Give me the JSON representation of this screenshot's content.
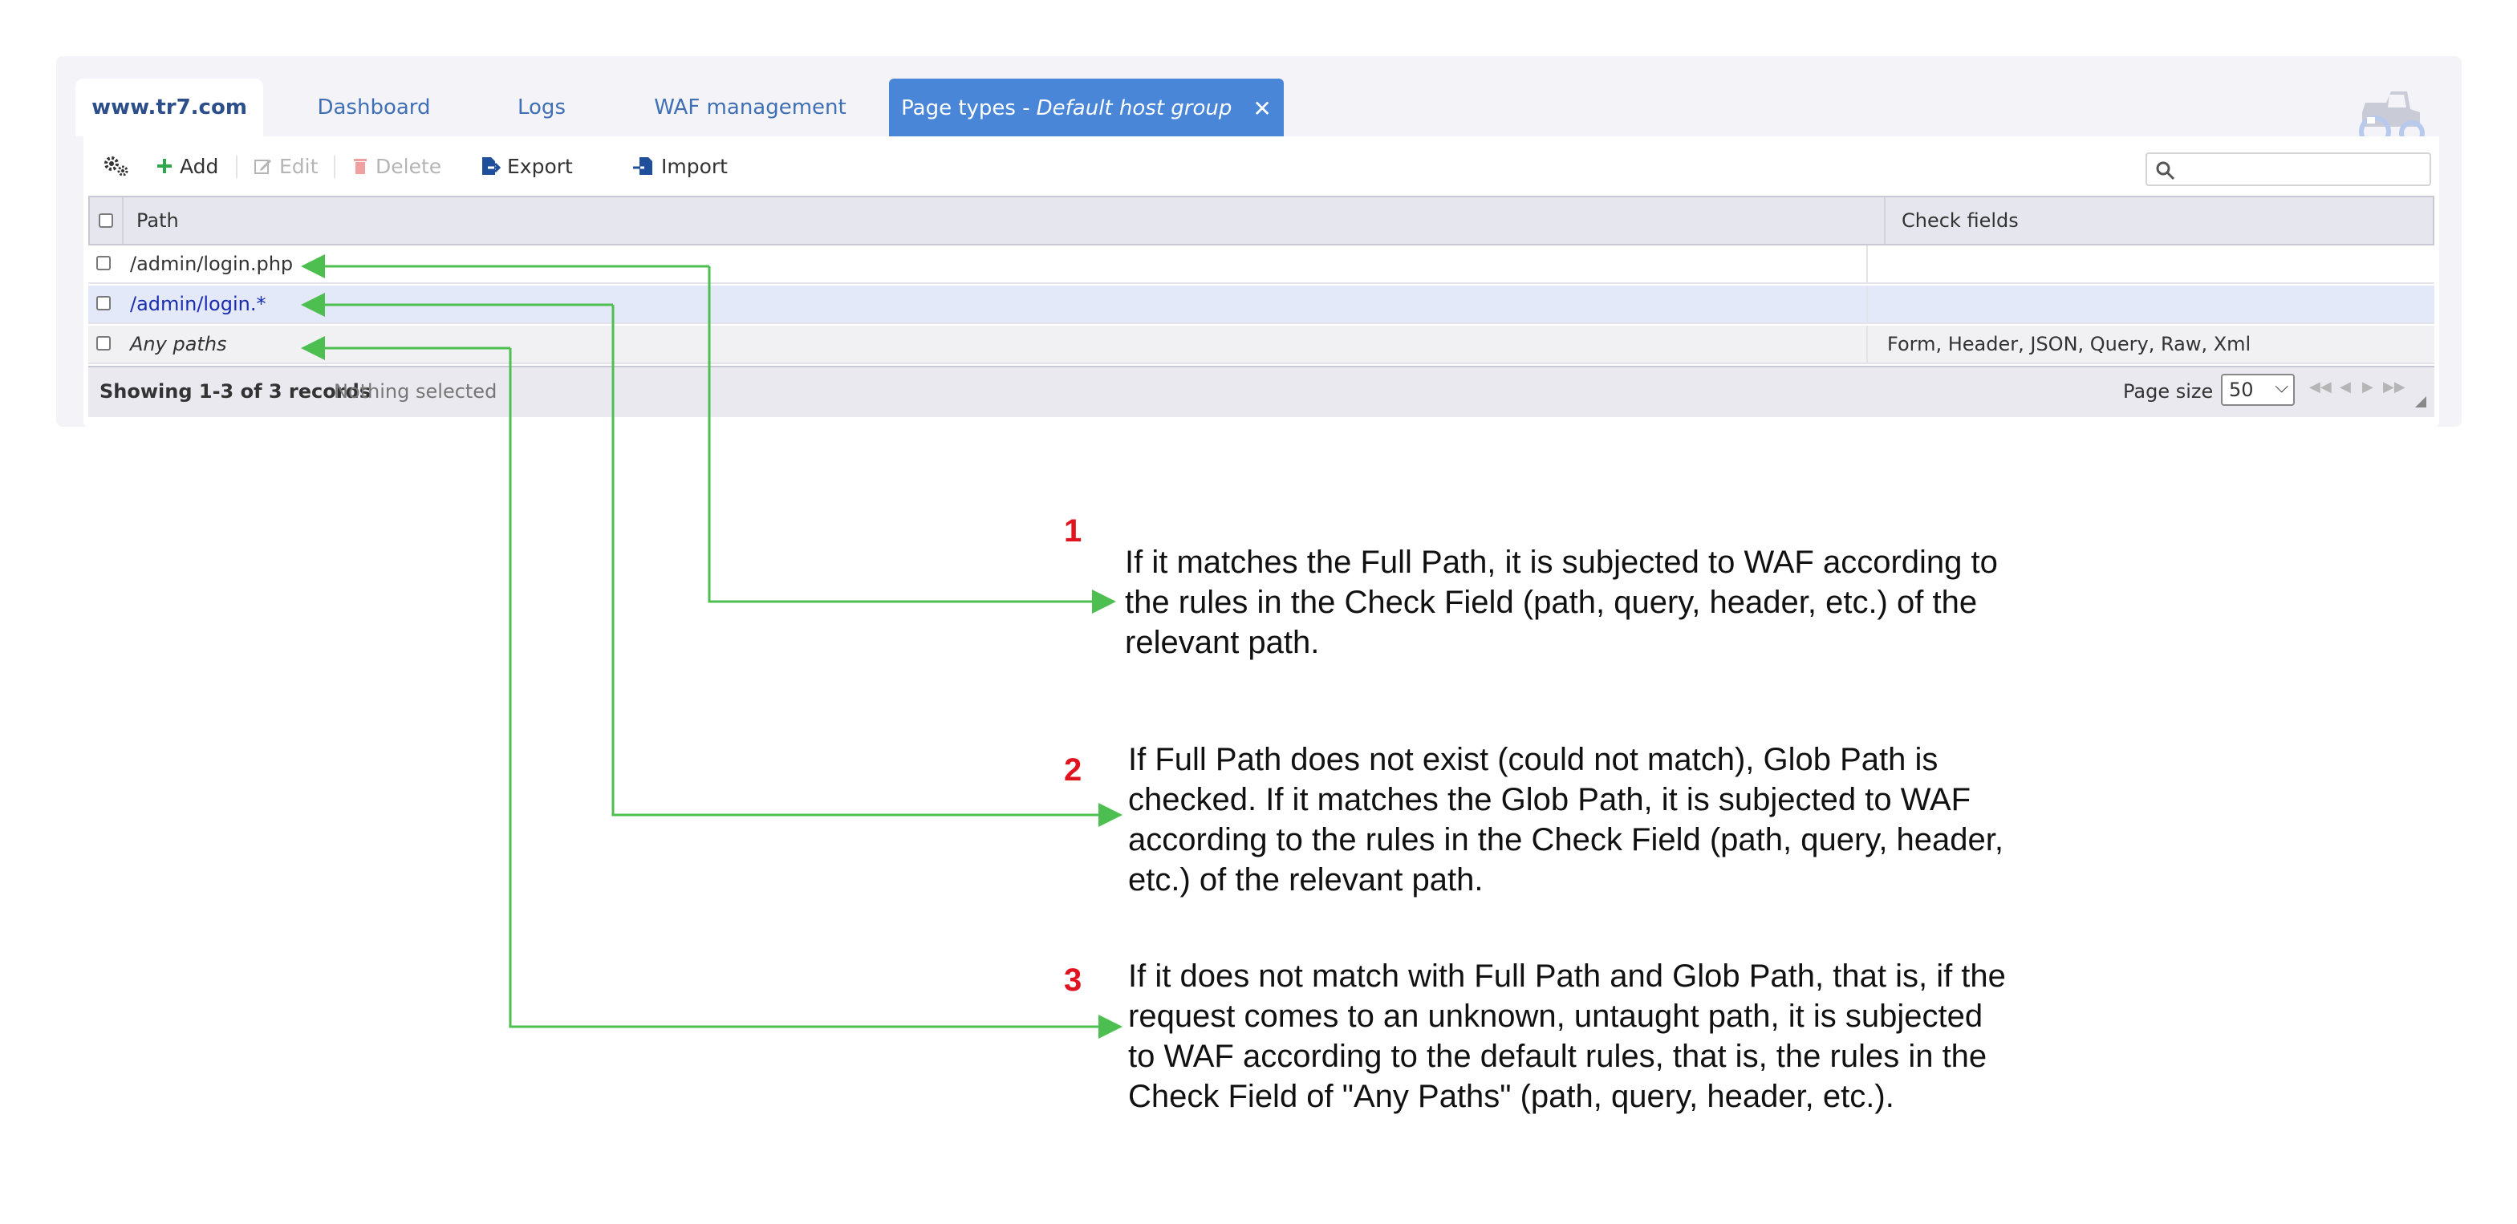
{
  "tabs": {
    "host": "www.tr7.com",
    "dashboard": "Dashboard",
    "logs": "Logs",
    "waf": "WAF management",
    "page_types": "Page types -",
    "page_types_group": "Default host group",
    "close": "✕"
  },
  "toolbar": {
    "add": "Add",
    "edit": "Edit",
    "delete": "Delete",
    "export": "Export",
    "import": "Import",
    "search_placeholder": ""
  },
  "grid": {
    "columns": [
      "Path",
      "Check fields"
    ],
    "rows": [
      {
        "path": "/admin/login.php",
        "fields": ""
      },
      {
        "path": "/admin/login.*",
        "fields": ""
      },
      {
        "path": "Any paths",
        "fields": "Form, Header, JSON, Query, Raw, Xml"
      }
    ],
    "footer_status": "Showing 1-3 of 3 records",
    "footer_selected": "Nothing selected",
    "page_size_label": "Page size :",
    "page_size": "50"
  },
  "annotations": [
    {
      "number": "1",
      "lines": [
        "If it matches the Full Path, it is subjected to WAF according to",
        "the rules in the Check Field (path, query, header, etc.) of the",
        "relevant path."
      ]
    },
    {
      "number": "2",
      "lines": [
        "If Full Path does not exist (could not match), Glob Path is",
        "checked. If it matches the Glob Path, it is subjected to WAF",
        "according to the rules in the Check Field (path, query, header,",
        "etc.) of the relevant path."
      ]
    },
    {
      "number": "3",
      "lines": [
        "If it does not match with Full Path and Glob Path, that is, if the",
        "request comes to an unknown, untaught path, it is subjected",
        "to WAF according to the default rules, that is, the rules in the",
        "Check Field of \"Any Paths\" (path, query, header, etc.)."
      ]
    }
  ],
  "colors": {
    "active_tab": "#4a86d8",
    "arrow": "#4cbf50",
    "annotation_number": "#e0141e",
    "selected_row": "#e3e9f8"
  }
}
